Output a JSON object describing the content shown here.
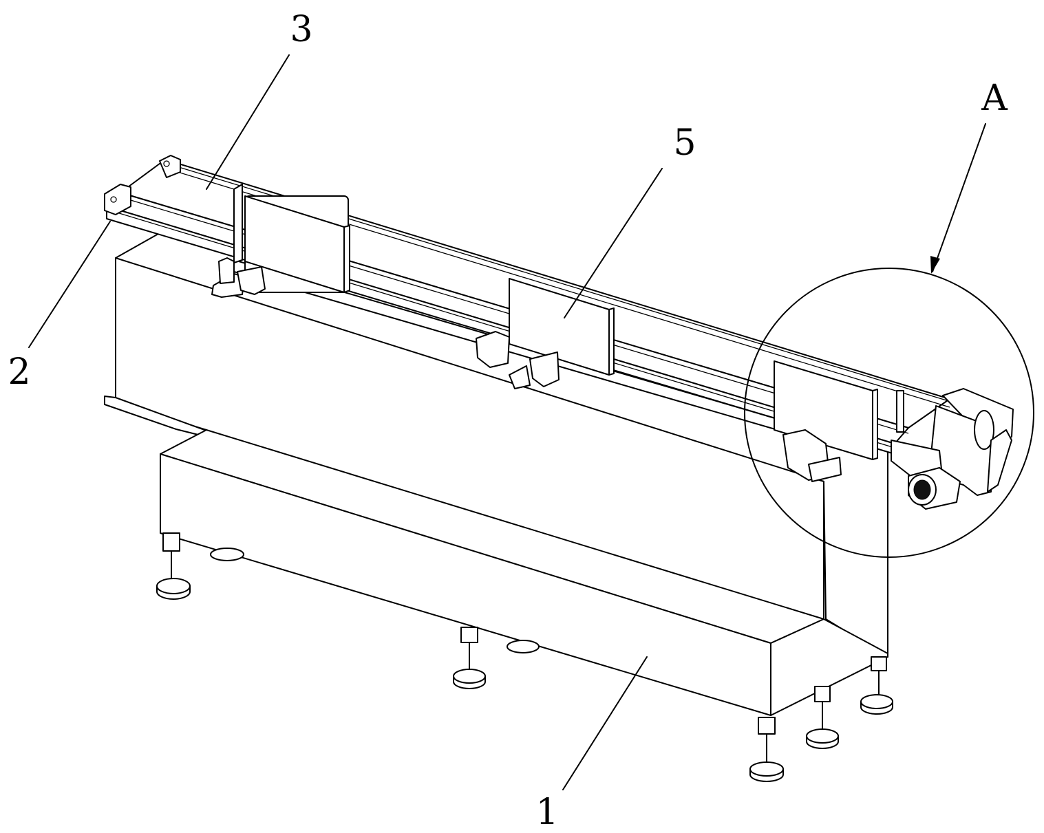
{
  "callouts": {
    "label_1": "1",
    "label_2": "2",
    "label_3": "3",
    "label_5": "5",
    "label_A": "A"
  }
}
